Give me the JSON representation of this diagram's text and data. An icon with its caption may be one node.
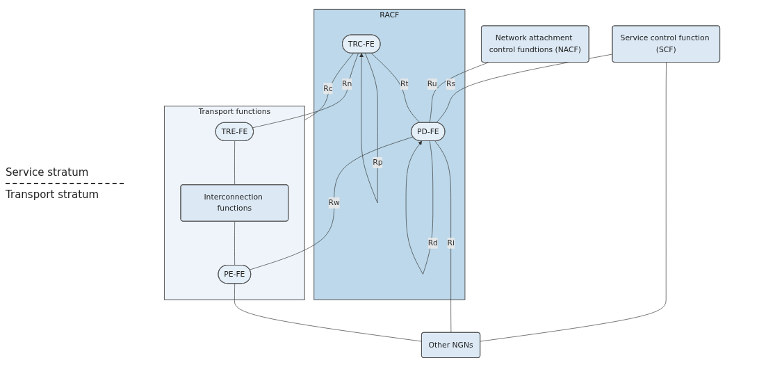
{
  "diagram": {
    "nodes": [
      {
        "text": [
          "Service control function (SCF)"
        ]
      },
      {
        "text": [
          "Other NGNs"
        ]
      },
      {
        "text": [
          "Network attachment control fundtions (NACF)"
        ]
      },
      {
        "text": [
          "RACF"
        ]
      },
      {
        "text": [
          "PD-FE"
        ],
        "in": 3
      },
      {
        "text": [
          "TRC-FE"
        ],
        "in": 3
      },
      {
        "text": [
          "Transport functions"
        ]
      },
      {
        "text": [
          "TRE-FE"
        ],
        "in": 6
      },
      {
        "text": [
          "Interconnection functions"
        ],
        "in": 6
      },
      {
        "text": [
          "PE-FE"
        ],
        "in": 6
      }
    ],
    "edges": [
      {
        "from": 0,
        "to": 4,
        "arrow": "none",
        "label": "Rs"
      },
      {
        "from": 0,
        "to": 1,
        "arrow": "none"
      },
      {
        "from": 2,
        "to": 4,
        "arrow": "none",
        "label": "Ru"
      },
      {
        "from": 4,
        "to": 4,
        "arrow": "to",
        "label": "Rd"
      },
      {
        "from": 4,
        "to": 1,
        "arrow": "none",
        "label": "Ri"
      },
      {
        "from": 5,
        "to": 5,
        "arrow": "to",
        "label": "Rp"
      },
      {
        "from": 5,
        "to": 4,
        "arrow": "none",
        "label": "Rt"
      },
      {
        "from": 5,
        "to": 7,
        "arrow": "none",
        "label": "Rn"
      },
      {
        "from": 5,
        "to": 6,
        "arrow": "none",
        "label": "Rc"
      },
      {
        "from": 4,
        "to": 9,
        "arrow": "none",
        "label": "Rw"
      },
      {
        "from": 7,
        "to": 8,
        "arrow": "none"
      },
      {
        "from": 8,
        "to": 9,
        "arrow": "none"
      },
      {
        "from": 9,
        "to": 1,
        "arrow": "none"
      }
    ],
    "labels": [
      "Service stratum",
      "Transport stratum"
    ]
  }
}
